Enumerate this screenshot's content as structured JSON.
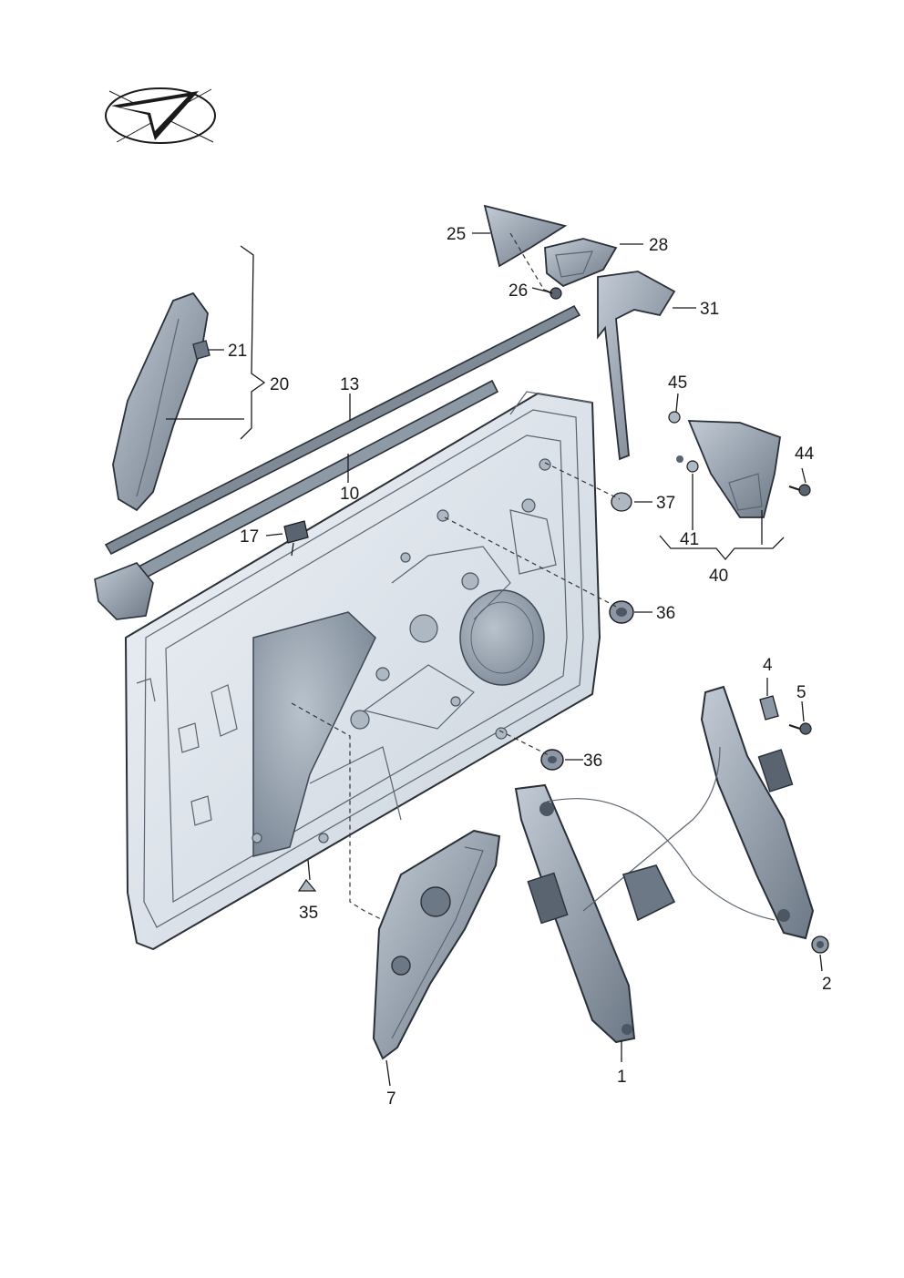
{
  "diagram": {
    "colors": {
      "panel": "#dfe5ec",
      "panel_dark": "#8c98a6",
      "part": "#9aa5b2",
      "part_dark": "#4d5663",
      "line": "#1a1a1a"
    },
    "compass_icon": "direction-arrow-in-ellipse",
    "callouts": [
      {
        "id": "c25",
        "text": "25"
      },
      {
        "id": "c28",
        "text": "28"
      },
      {
        "id": "c26",
        "text": "26"
      },
      {
        "id": "c31",
        "text": "31"
      },
      {
        "id": "c21",
        "text": "21"
      },
      {
        "id": "c20",
        "text": "20"
      },
      {
        "id": "c13",
        "text": "13"
      },
      {
        "id": "c10",
        "text": "10"
      },
      {
        "id": "c45",
        "text": "45"
      },
      {
        "id": "c44",
        "text": "44"
      },
      {
        "id": "c37",
        "text": "37"
      },
      {
        "id": "c17",
        "text": "17"
      },
      {
        "id": "c41",
        "text": "41"
      },
      {
        "id": "c40",
        "text": "40"
      },
      {
        "id": "c36a",
        "text": "36"
      },
      {
        "id": "c4",
        "text": "4"
      },
      {
        "id": "c5",
        "text": "5"
      },
      {
        "id": "c36b",
        "text": "36"
      },
      {
        "id": "c35",
        "text": "35"
      },
      {
        "id": "c2",
        "text": "2"
      },
      {
        "id": "c1",
        "text": "1"
      },
      {
        "id": "c7",
        "text": "7"
      }
    ]
  }
}
